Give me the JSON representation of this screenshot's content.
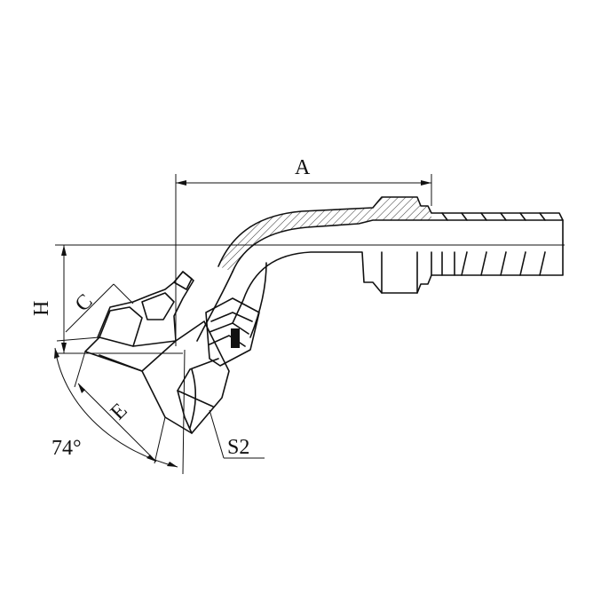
{
  "labels": {
    "A": "A",
    "H": "H",
    "C": "C",
    "E": "E",
    "S2": "S2",
    "angle": "74°"
  },
  "colors": {
    "line": "#111111",
    "background": "#ffffff"
  }
}
